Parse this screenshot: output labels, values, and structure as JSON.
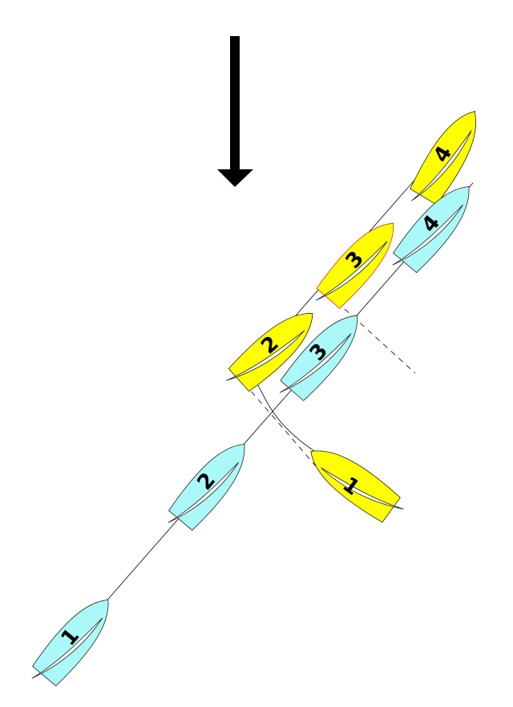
{
  "diagram": {
    "wind_arrow": {
      "icon": "wind-arrow-down-icon",
      "color": "#000000"
    },
    "colors": {
      "blue_boat": "#aaf8f8",
      "yellow_boat": "#ffff00",
      "highlight_outline": "#e03020"
    },
    "blue_boats": [
      {
        "label": "1"
      },
      {
        "label": "2"
      },
      {
        "label": "3"
      },
      {
        "label": "4"
      }
    ],
    "yellow_boats": [
      {
        "label": "1"
      },
      {
        "label": "2"
      },
      {
        "label": "3"
      },
      {
        "label": "4"
      }
    ]
  }
}
